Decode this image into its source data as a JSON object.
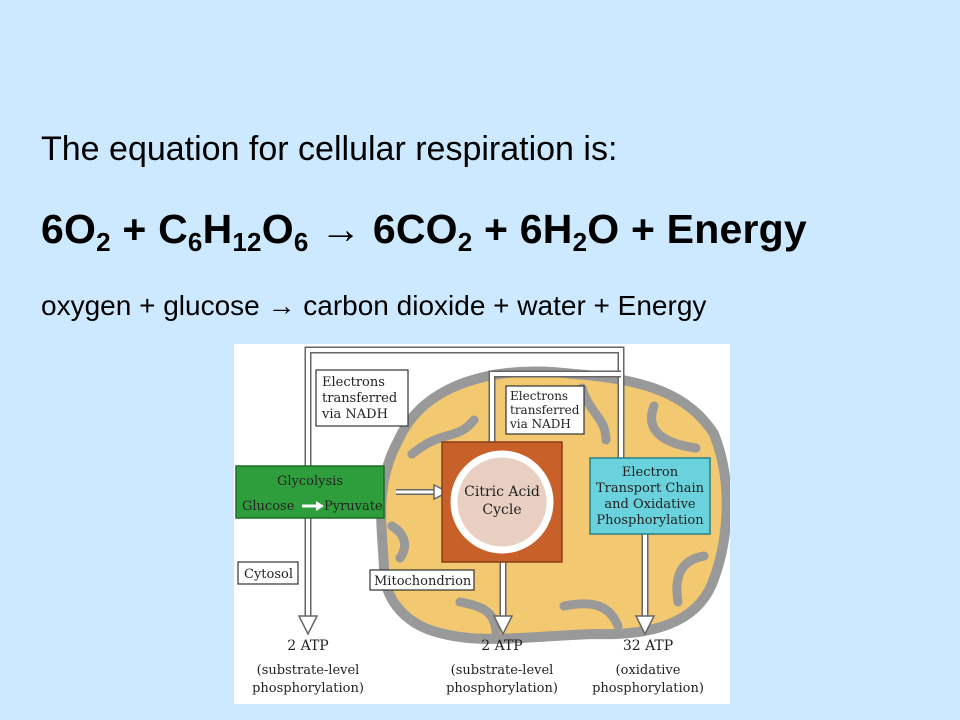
{
  "slide": {
    "heading": "The equation for cellular respiration is:",
    "formula": [
      {
        "t": "6O"
      },
      {
        "s": "2"
      },
      {
        "t": " + C"
      },
      {
        "s": "6"
      },
      {
        "t": "H"
      },
      {
        "s": "12"
      },
      {
        "t": "O"
      },
      {
        "s": "6"
      },
      {
        "t": " → 6CO"
      },
      {
        "s": "2"
      },
      {
        "t": " + 6H"
      },
      {
        "s": "2"
      },
      {
        "t": "O + Energy"
      }
    ],
    "word_equation": "oxygen + glucose → carbon dioxide + water + Energy"
  },
  "diagram": {
    "box_nadh_left": [
      "Electrons",
      "transferred",
      "via NADH"
    ],
    "box_nadh_right": [
      "Electrons",
      "transferred",
      "via NADH"
    ],
    "glycolysis": {
      "title": "Glycolysis",
      "glucose": "Glucose",
      "pyruvate": "Pyruvate"
    },
    "citric": [
      "Citric Acid",
      "Cycle"
    ],
    "etc": [
      "Electron",
      "Transport Chain",
      "and Oxidative",
      "Phosphorylation"
    ],
    "cytosol": "Cytosol",
    "mitochondrion": "Mitochondrion",
    "atp_left": {
      "amount": "2 ATP",
      "l1": "(substrate-level",
      "l2": "phosphorylation)"
    },
    "atp_mid": {
      "amount": "2 ATP",
      "l1": "(substrate-level",
      "l2": "phosphorylation)"
    },
    "atp_right": {
      "amount": "32 ATP",
      "l1": "(oxidative",
      "l2": "phosphorylation)"
    },
    "colors": {
      "background": "#cce9ff",
      "diagram_bg": "#ffffff",
      "mitochondrion_fill": "#f2c870",
      "membrane": "#999999",
      "glycolysis": "#2e9e3c",
      "citric_square": "#c8602a",
      "citric_circle": "#e8cfc2",
      "etc": "#6ad2dd"
    }
  }
}
